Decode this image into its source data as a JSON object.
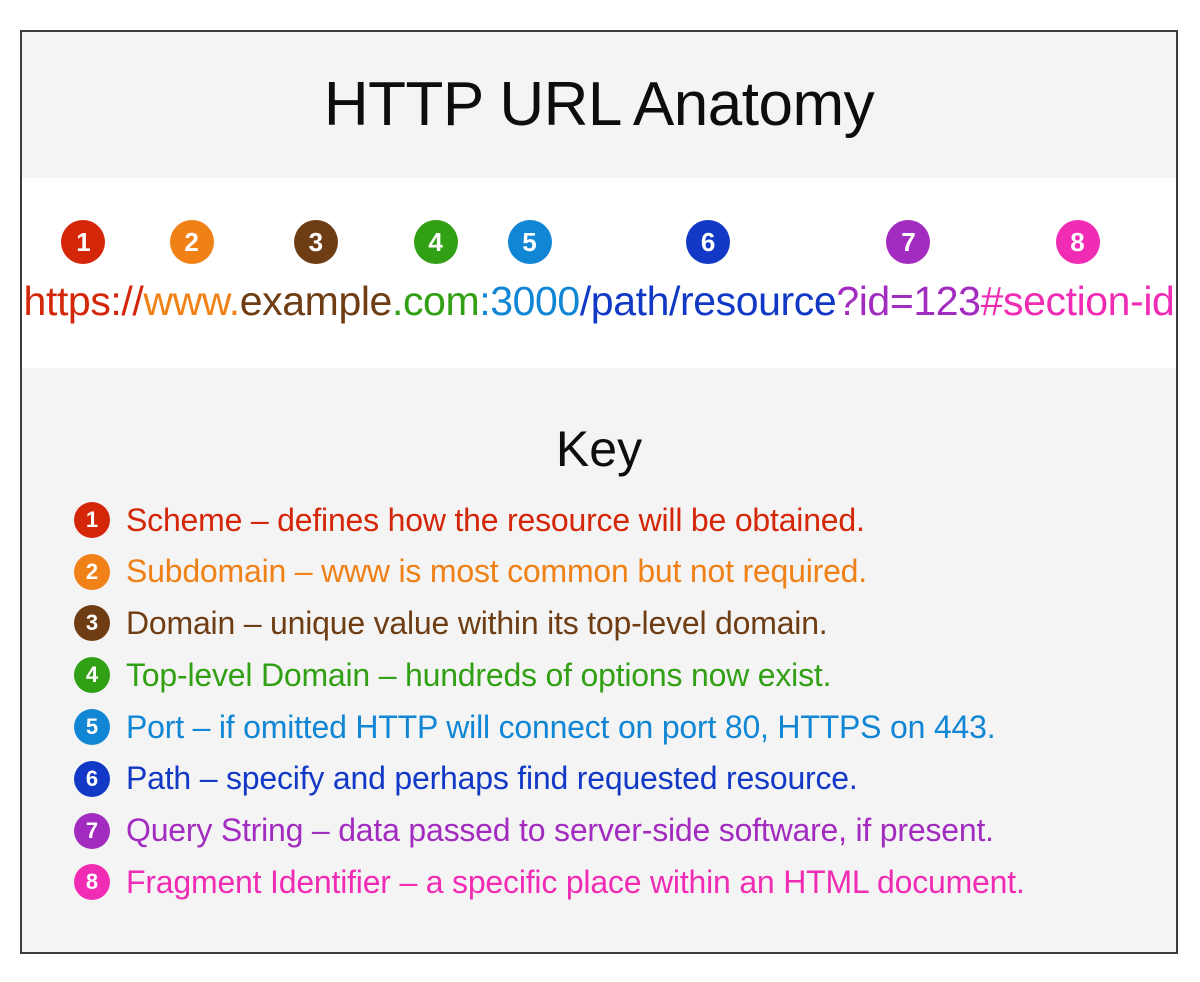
{
  "poster": {
    "title": "HTTP URL Anatomy",
    "key_heading": "Key",
    "border_color": "#3c3c3c",
    "band_bg": "#f4f4f4",
    "url_band_bg": "#ffffff"
  },
  "url": {
    "full": "https://www.example.com:3000/path/resource?id=123#section-id",
    "segments": [
      {
        "number": "1",
        "text": "https://",
        "color": "#d42608",
        "center_pct": 9.4
      },
      {
        "number": "2",
        "text": "www.",
        "color": "#ef8117",
        "center_pct": 20.1
      },
      {
        "number": "3",
        "text": "example",
        "color": "#6e3d14",
        "center_pct": 30.2
      },
      {
        "number": "4",
        "text": ".com",
        "color": "#32a014",
        "center_pct": 39.4
      },
      {
        "number": "5",
        "text": ":3000",
        "color": "#1186d4",
        "center_pct": 47.8
      },
      {
        "number": "6",
        "text": "/path/resource",
        "color": "#1139c6",
        "center_pct": 61.5
      },
      {
        "number": "7",
        "text": "?id=123",
        "color": "#a32cc0",
        "center_pct": 76.8
      },
      {
        "number": "8",
        "text": "#section-id",
        "color": "#f02cb5",
        "center_pct": 90.8
      }
    ]
  },
  "key": {
    "items": [
      {
        "number": "1",
        "text": "Scheme – defines how the resource will be obtained.",
        "color": "#d42608"
      },
      {
        "number": "2",
        "text": "Subdomain – www is most common but not required.",
        "color": "#ef8117"
      },
      {
        "number": "3",
        "text": "Domain – unique value within its top-level domain.",
        "color": "#6e3d14"
      },
      {
        "number": "4",
        "text": "Top-level Domain – hundreds of options now exist.",
        "color": "#32a014"
      },
      {
        "number": "5",
        "text": "Port – if omitted HTTP will connect on port 80, HTTPS on 443.",
        "color": "#1186d4"
      },
      {
        "number": "6",
        "text": "Path – specify and perhaps find requested resource.",
        "color": "#1139c6"
      },
      {
        "number": "7",
        "text": "Query String – data passed to server-side software, if present.",
        "color": "#a32cc0"
      },
      {
        "number": "8",
        "text": "Fragment Identifier – a specific place within an HTML document.",
        "color": "#f02cb5"
      }
    ]
  }
}
